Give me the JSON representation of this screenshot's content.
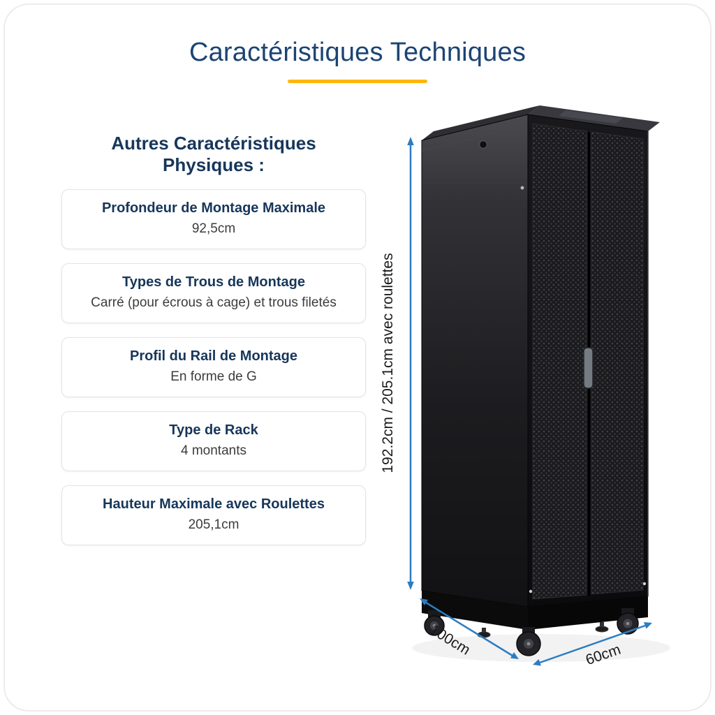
{
  "header": {
    "title": "Caractéristiques Techniques",
    "title_color": "#1c4474",
    "accent_color": "#ffb60a"
  },
  "specs": {
    "heading_line1": "Autres Caractéristiques",
    "heading_line2": "Physiques :",
    "heading_color": "#17365a",
    "cards": [
      {
        "label": "Profondeur de Montage Maximale",
        "value": "92,5cm"
      },
      {
        "label": "Types de Trous de Montage",
        "value": "Carré (pour écrous à cage) et trous filetés"
      },
      {
        "label": "Profil du Rail de Montage",
        "value": "En forme de G"
      },
      {
        "label": "Type de Rack",
        "value": "4 montants"
      },
      {
        "label": "Hauteur Maximale avec Roulettes",
        "value": "205,1cm"
      }
    ]
  },
  "diagram": {
    "subject": "server-rack-cabinet",
    "arrow_color": "#2b7cc1",
    "height_label": "192.2cm / 205.1cm avec roulettes",
    "depth_label": "100cm",
    "width_label": "60cm"
  }
}
